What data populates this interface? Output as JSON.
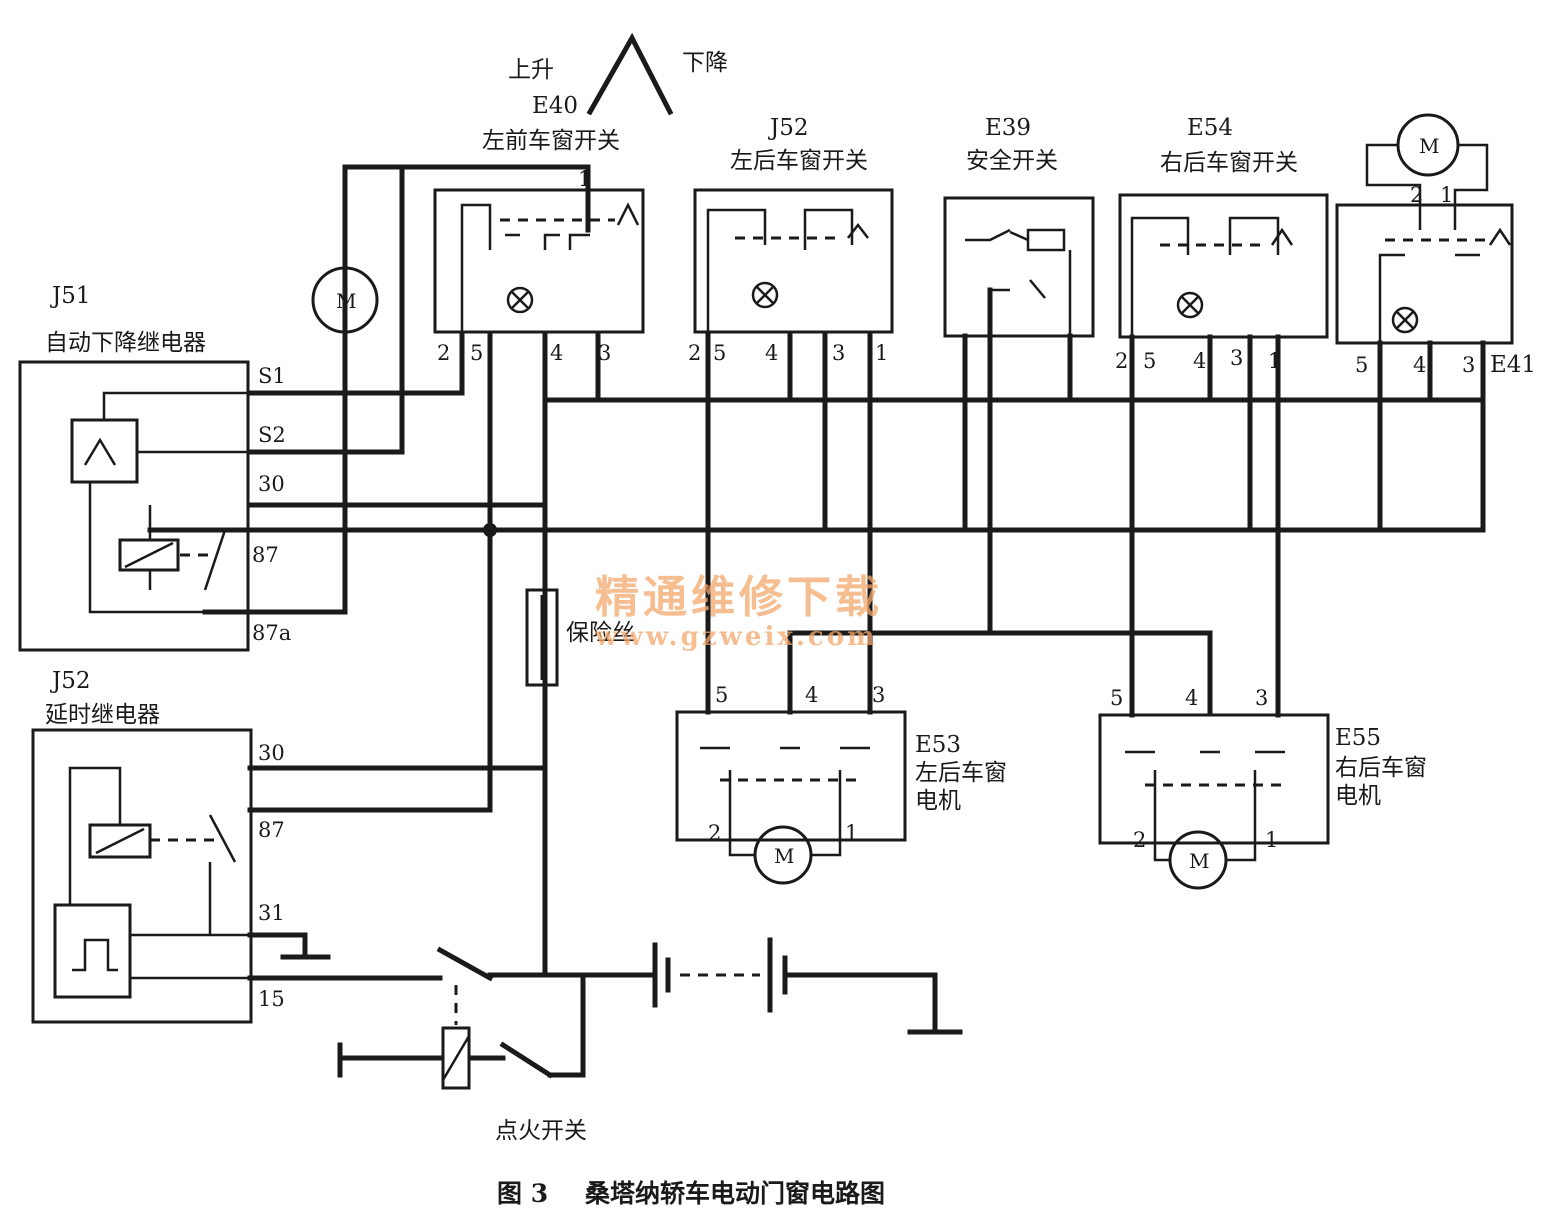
{
  "labels": {
    "j51_code": "J51",
    "j51_name": "自动下降继电器",
    "j52_code": "J52",
    "j52_name": "延时继电器",
    "e40_code": "E40",
    "e40_name": "左前车窗开关",
    "up": "上升",
    "down": "下降",
    "j52b_code": "J52",
    "j52b_name": "左后车窗开关",
    "e39_code": "E39",
    "e39_name": "安全开关",
    "e54_code": "E54",
    "e54_name": "右后车窗开关",
    "e41_code": "E41",
    "e53_code": "E53",
    "e53_name1": "左后车窗",
    "e53_name2": "电机",
    "e55_code": "E55",
    "e55_name1": "右后车窗",
    "e55_name2": "电机",
    "fuse": "保险丝",
    "ignition": "点火开关",
    "motor": "M",
    "caption_num": "图 3",
    "caption": "桑塔纳轿车电动门窗电路图"
  },
  "pins": {
    "j51": [
      "S1",
      "S2",
      "30",
      "87",
      "87a"
    ],
    "j52": [
      "30",
      "87",
      "31",
      "15"
    ],
    "e40": [
      "1",
      "2",
      "5",
      "4",
      "3"
    ],
    "j52b": [
      "2",
      "5",
      "4",
      "3",
      "1"
    ],
    "e54": [
      "2",
      "5",
      "4",
      "3",
      "1"
    ],
    "e41_top": [
      "2",
      "1"
    ],
    "e41": [
      "5",
      "4",
      "3"
    ],
    "e53_top": [
      "5",
      "4",
      "3"
    ],
    "e53_motor": [
      "2",
      "1"
    ],
    "e55_top": [
      "5",
      "4",
      "3"
    ],
    "e55_motor": [
      "2",
      "1"
    ]
  },
  "watermark": {
    "cn": "精通维修下载",
    "url": "www.gzweix.com"
  }
}
